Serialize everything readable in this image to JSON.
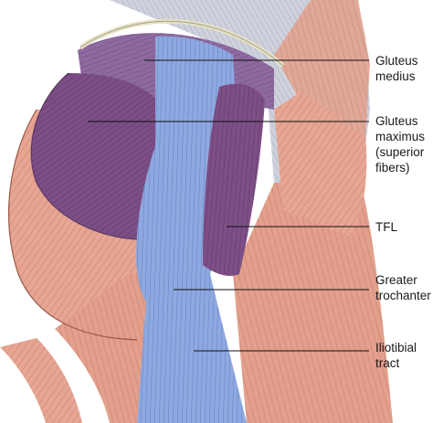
{
  "labels": {
    "gluteus_medius": [
      "Gluteus",
      "medius"
    ],
    "gluteus_maximus": [
      "Gluteus",
      "maximus",
      "(superior",
      "fibers)"
    ],
    "tfl": [
      "TFL"
    ],
    "greater_trochanter": [
      "Greater",
      "trochanter"
    ],
    "iliotibial_tract": [
      "Iliotibial",
      "tract"
    ]
  },
  "colors": {
    "muscle": "#e6a693",
    "muscle_dark": "#c9806c",
    "gluteus_purple": "#7c4e86",
    "gluteus_medius_purple": "#8e6aa0",
    "itb_blue": "#8fa9e0",
    "fascia_grey": "#c9ccd8",
    "tendon_line": "#9aa0b8"
  }
}
